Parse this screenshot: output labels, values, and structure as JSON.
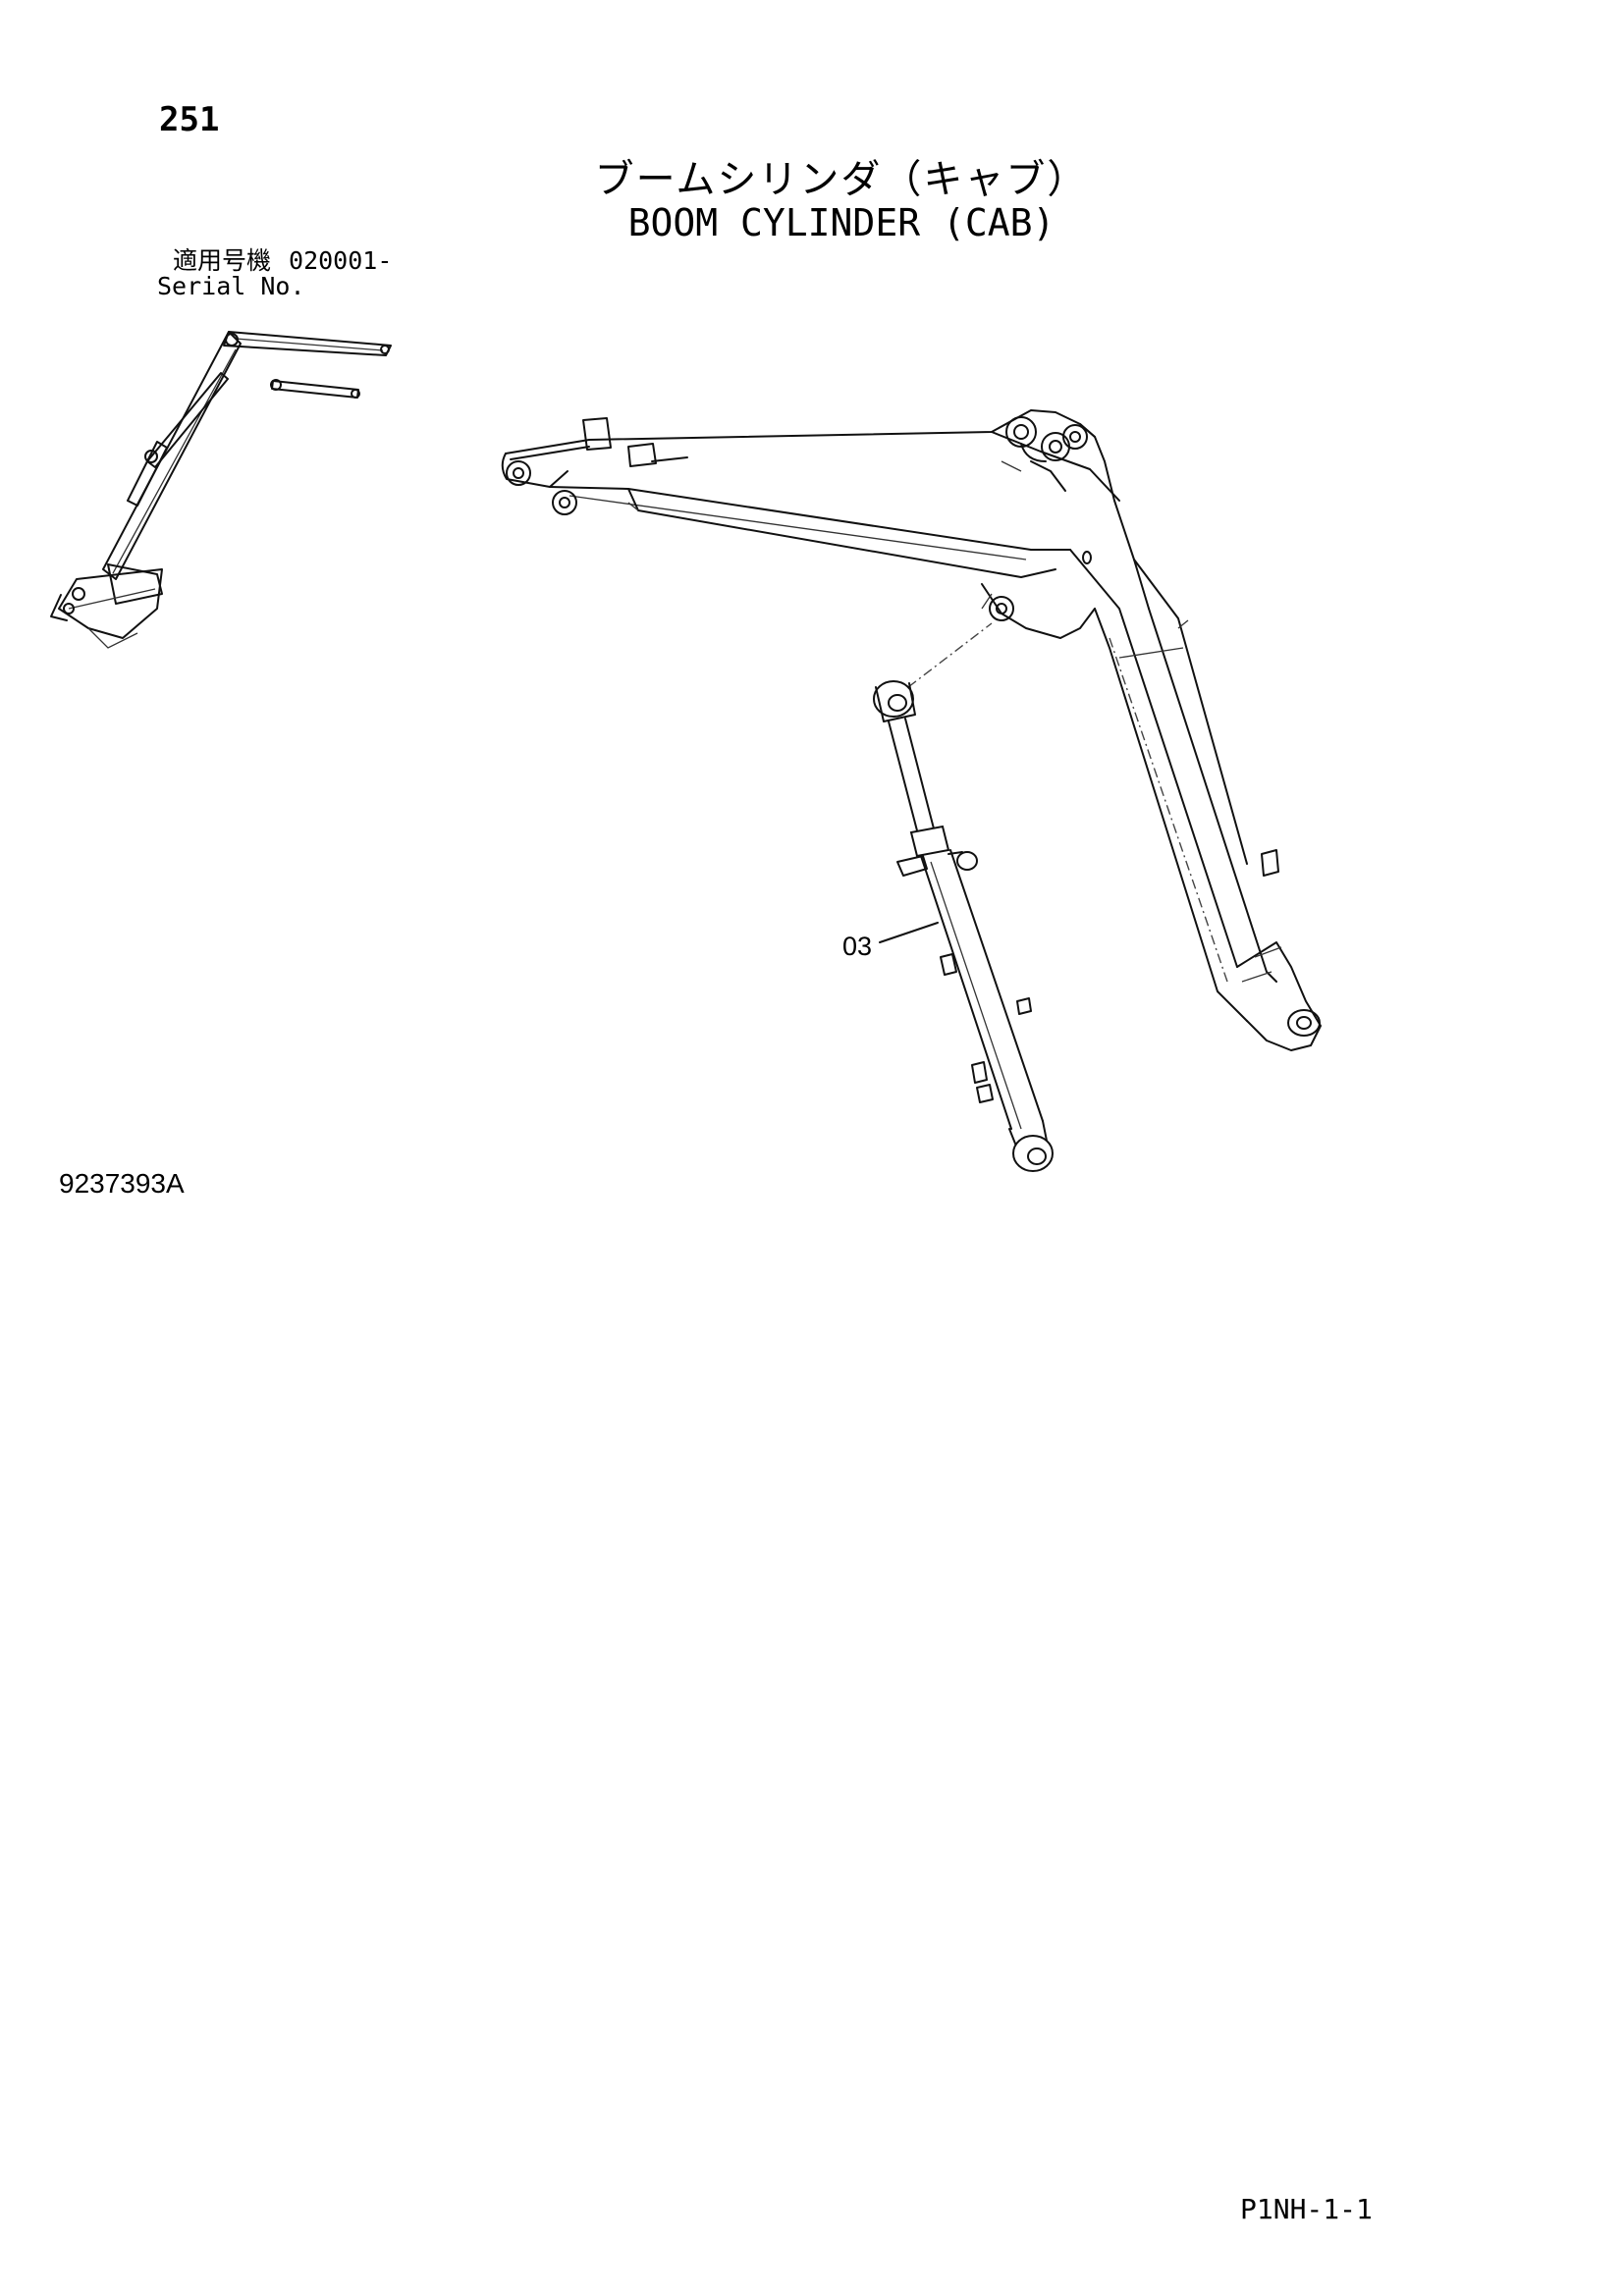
{
  "page": {
    "number": "251",
    "title_jp": "ブームシリンダ（キャブ）",
    "title_en": "BOOM CYLINDER (CAB)",
    "serial_jp_label": "適用号機",
    "serial_value": "020001-",
    "serial_en_label": "Serial No.",
    "drawing_number": "9237393A",
    "footer_code": "P1NH-1-1"
  },
  "callouts": [
    {
      "label": "03"
    }
  ]
}
